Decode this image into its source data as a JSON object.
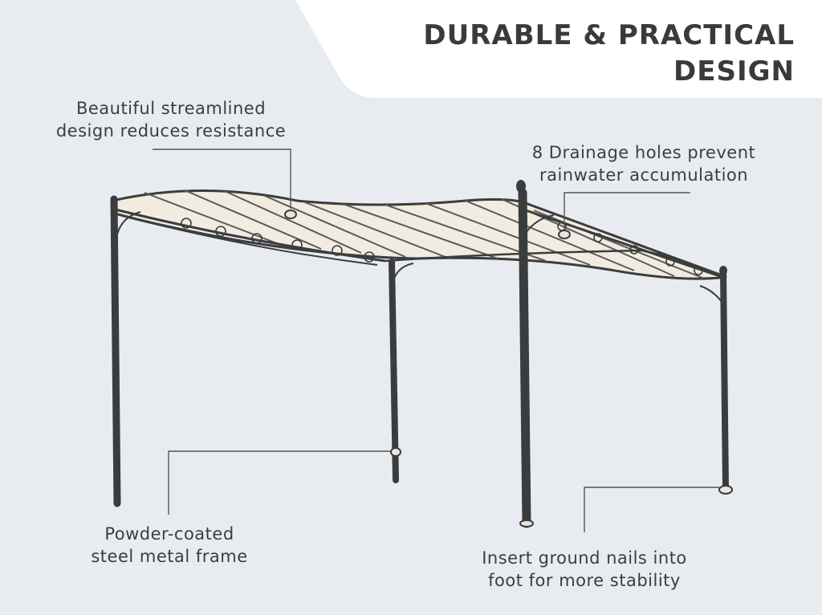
{
  "title": {
    "line1": "DURABLE & PRACTICAL",
    "line2": "DESIGN"
  },
  "callouts": {
    "streamlined": {
      "line1": "Beautiful streamlined",
      "line2": "design reduces resistance"
    },
    "drainage": {
      "line1": "8 Drainage holes prevent",
      "line2": "rainwater accumulation"
    },
    "frame": {
      "line1": "Powder-coated",
      "line2": "steel metal frame"
    },
    "ground_nails": {
      "line1": "Insert ground nails into",
      "line2": "foot for more stability"
    }
  },
  "colors": {
    "background": "#e8ecf1",
    "banner": "#ffffff",
    "frame": "#3b3c3e",
    "canopy": "#f1ecdf",
    "text": "#3d3d3d"
  }
}
